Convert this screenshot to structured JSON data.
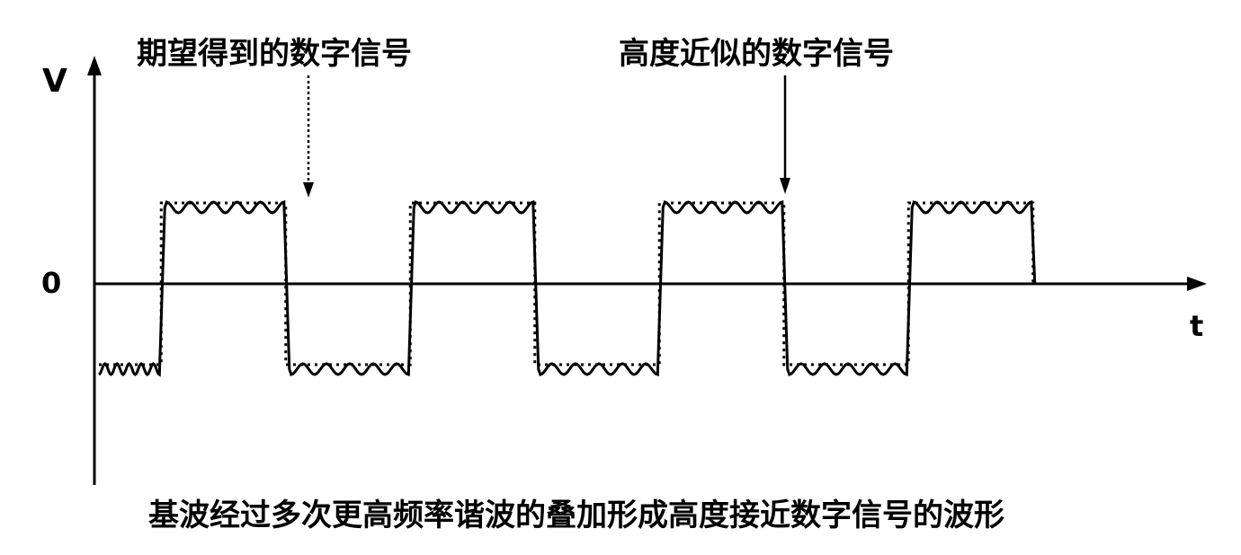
{
  "labels": {
    "v_axis": "V",
    "zero": "0",
    "t_axis": "t",
    "desired_signal": "期望得到的数字信号",
    "approx_signal": "高度近似的数字信号",
    "caption": "基波经过多次更高频率谐波的叠加形成高度接近数字信号的波形"
  },
  "waveform": {
    "levels": {
      "high": 1,
      "low": -1
    },
    "transitions_t": [
      0.5,
      1.0,
      1.5,
      2.0,
      2.5,
      3.0,
      3.5,
      4.0
    ],
    "ripples_per_half_period": 5,
    "colors": {
      "line": "#000000"
    }
  }
}
